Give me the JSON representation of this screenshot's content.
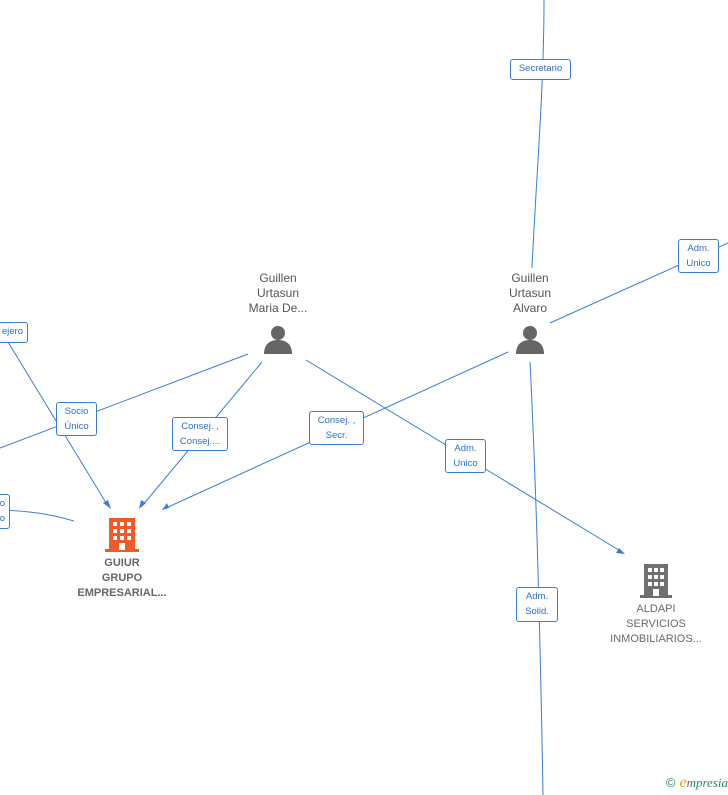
{
  "people": [
    {
      "id": "maria",
      "lines": [
        "Guillen",
        "Urtasun",
        "Maria De..."
      ]
    },
    {
      "id": "alvaro",
      "lines": [
        "Guillen",
        "Urtasun",
        "Alvaro"
      ]
    }
  ],
  "companies": [
    {
      "id": "guiur",
      "lines": [
        "GUIUR",
        "GRUPO",
        "EMPRESARIAL..."
      ],
      "color": "#f05a28"
    },
    {
      "id": "aldapi",
      "lines": [
        "ALDAPI",
        "SERVICIOS",
        "INMOBILIARIOS..."
      ],
      "color": "#707070"
    }
  ],
  "edge_labels": {
    "secretario": [
      "Secretario"
    ],
    "adm_unico_top": [
      "Adm.",
      "Unico"
    ],
    "consejero_left": [
      "ejero"
    ],
    "socio_unico": [
      "Socio",
      "Único"
    ],
    "consej_consej": [
      "Consej. ,",
      "Consej...."
    ],
    "consej_secr": [
      "Consej. ,",
      "Secr."
    ],
    "adm_unico_mid": [
      "Adm.",
      "Unico"
    ],
    "left_cut": [
      "o",
      "o"
    ],
    "adm_solid": [
      "Adm.",
      "Solid."
    ]
  },
  "brand": {
    "copyright": "©",
    "initial": "e",
    "rest": "mpresia"
  },
  "colors": {
    "edge": "#3b7fd4",
    "person": "#666666"
  }
}
